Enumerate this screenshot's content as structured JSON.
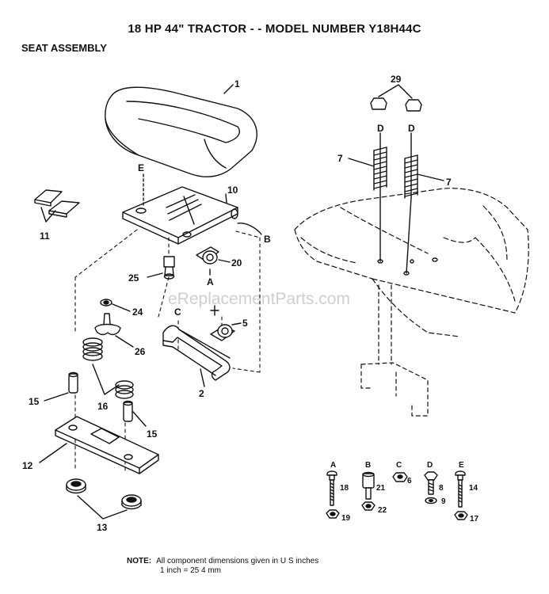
{
  "header": {
    "title": "18 HP 44\" TRACTOR -  - MODEL NUMBER Y18H44C",
    "section": "SEAT ASSEMBLY"
  },
  "callouts": {
    "seat": "1",
    "seat_plate": "10",
    "plate_letter_e": "E",
    "plate_letter_b": "B",
    "clip_20": "20",
    "bolt_25": "25",
    "letter_a": "A",
    "nut_24": "24",
    "knob_26": "26",
    "rail_letter_c": "C",
    "bracket_5": "5",
    "rail_2": "2",
    "spring_16": "16",
    "spacer_15_left": "15",
    "spacer_15_right": "15",
    "base_plate_12": "12",
    "bumpers_13": "13",
    "pads_11": "11",
    "caps_29": "29",
    "letter_d_left": "D",
    "letter_d_right": "D",
    "spring_7_left": "7",
    "spring_7_right": "7"
  },
  "hardware": {
    "letters": [
      "A",
      "B",
      "C",
      "D",
      "E"
    ],
    "a_bolt": "18",
    "a_nut": "19",
    "b_bolt": "21",
    "b_nut": "22",
    "c_nut": "6",
    "d_bolt": "8",
    "d_washer": "9",
    "e_bolt": "14",
    "e_nut": "17"
  },
  "watermark": "eReplacementParts.com",
  "note": {
    "label": "NOTE:",
    "line1": "All component dimensions given in U S  inches",
    "line2": "1 inch = 25 4 mm"
  }
}
